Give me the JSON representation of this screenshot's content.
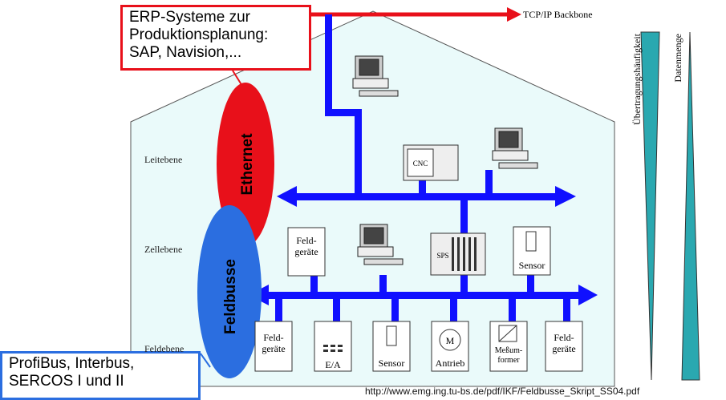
{
  "callouts": {
    "erp": "ERP-Systeme zur Produktionsplanung: SAP, Navision,...",
    "feldbus": "ProfiBus, Interbus, SERCOS I und II"
  },
  "network": {
    "backbone": "TCP/IP Backbone",
    "ethernet": "Ethernet",
    "feldbusse": "Feldbusse"
  },
  "levels": [
    "Leitebene",
    "Zellebene",
    "Feldebene"
  ],
  "scales": {
    "frequency": "Übertragungshäufigkeit",
    "volume": "Datenmenge"
  },
  "devices": {
    "cnc": "CNC",
    "sps": "SPS",
    "cell_feldgeraete": "Feld-\ngeräte",
    "cell_sensor": "Sensor",
    "field": [
      "Feld-\ngeräte",
      "E/A",
      "Sensor",
      "Antrieb",
      "Meßum-\nformer",
      "Feld-\ngeräte"
    ]
  },
  "source_url": "http://www.emg.ing.tu-bs.de/pdf/IKF/Feldbusse_Skript_SS04.pdf",
  "colors": {
    "red": "#e8101a",
    "blue": "#1010ff",
    "fieldbus_blue": "#2b6ee0",
    "house": "#eafafa"
  }
}
